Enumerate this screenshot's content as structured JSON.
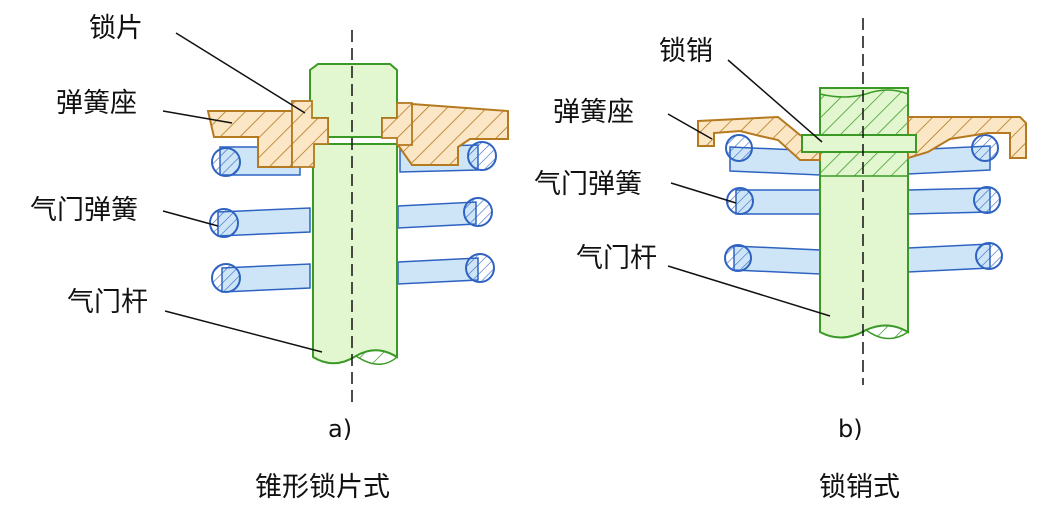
{
  "colors": {
    "stem_fill": "#e2f7cf",
    "stem_stroke": "#3a9a25",
    "seat_fill": "#fbe7c6",
    "seat_stroke": "#b5791f",
    "spring_fill": "#cde5f7",
    "spring_stroke": "#2f63c2",
    "leader_line": "#111111"
  },
  "panel_a": {
    "labels": {
      "lock_piece": "锁片",
      "spring_seat": "弹簧座",
      "valve_spring": "气门弹簧",
      "valve_stem": "气门杆"
    },
    "sub_label": "a)",
    "caption": "锥形锁片式"
  },
  "panel_b": {
    "labels": {
      "lock_pin": "锁销",
      "spring_seat": "弹簧座",
      "valve_spring": "气门弹簧",
      "valve_stem": "气门杆"
    },
    "sub_label": "b)",
    "caption": "锁销式"
  }
}
